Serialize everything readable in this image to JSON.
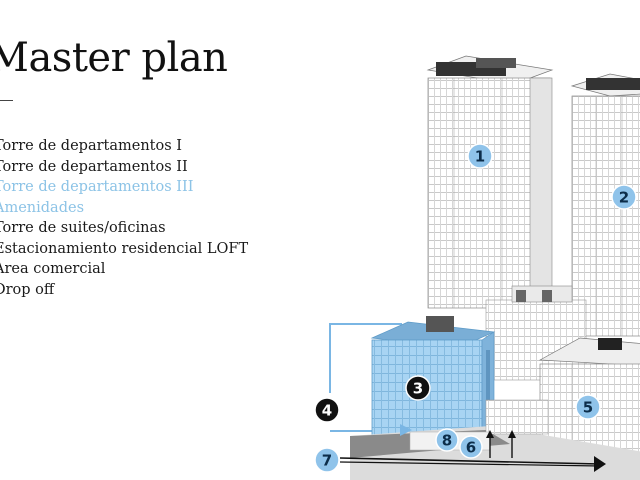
{
  "title": "Master plan",
  "legend": [
    "Torre de departamentos I",
    "Torre de departamentos II",
    "Torre de departamentos III",
    "Amenidades",
    "Torre de suites/oficinas",
    "Estacionamiento residencial LOFT",
    "Area comercial",
    "Drop off"
  ],
  "highlighted_items": [
    2,
    3
  ],
  "colors": {
    "highlight_text": "#8cc3e6",
    "marker_blue": "#8fc3ea",
    "marker_dark": "#111111",
    "tower_highlight": "#9ccdf0"
  },
  "markers": [
    {
      "label": "1",
      "style": "blue"
    },
    {
      "label": "2",
      "style": "blue"
    },
    {
      "label": "3",
      "style": "dark"
    },
    {
      "label": "4",
      "style": "dark"
    },
    {
      "label": "5",
      "style": "blue"
    },
    {
      "label": "6",
      "style": "blue"
    },
    {
      "label": "7",
      "style": "blue"
    },
    {
      "label": "8",
      "style": "blue"
    }
  ]
}
